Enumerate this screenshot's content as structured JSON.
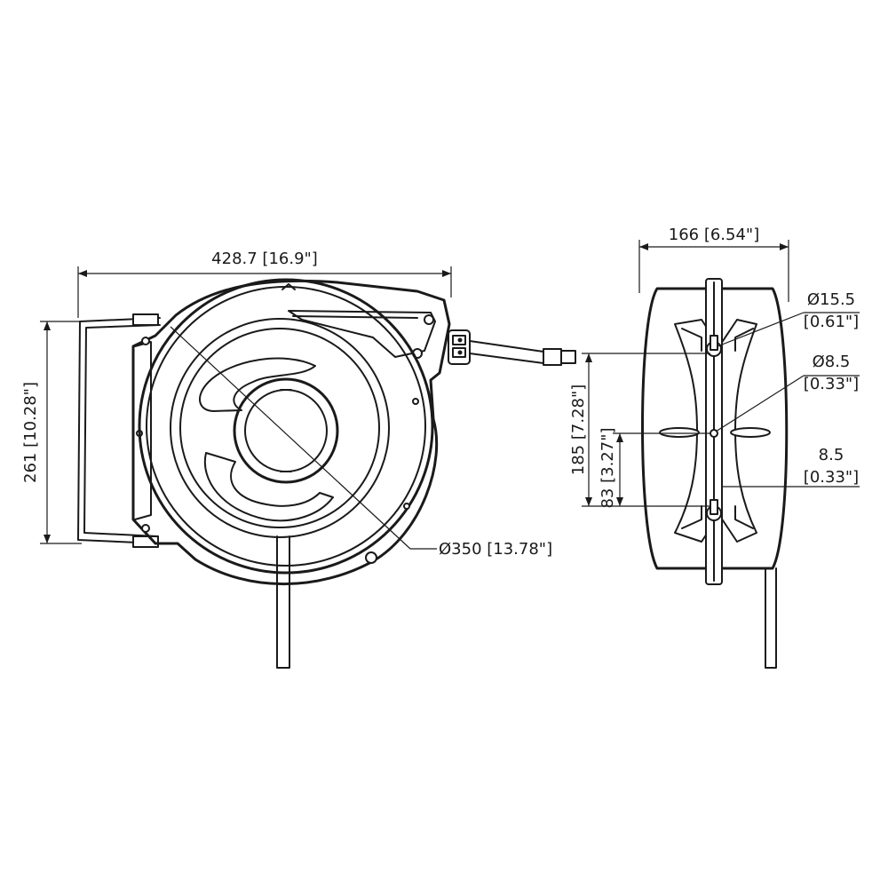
{
  "dimensions": {
    "overall_width": "428.7 [16.9\"]",
    "overall_height": "261 [10.28\"]",
    "diameter": "Ø350 [13.78\"]",
    "depth": "166 [6.54\"]",
    "hole_large": "Ø15.5",
    "hole_large_in": "[0.61\"]",
    "hole_small": "Ø8.5",
    "hole_small_in": "[0.33\"]",
    "slot": "8.5",
    "slot_in": "[0.33\"]",
    "mount_spacing": "185 [7.28\"]",
    "lower_spacing": "83 [3.27\"]"
  }
}
